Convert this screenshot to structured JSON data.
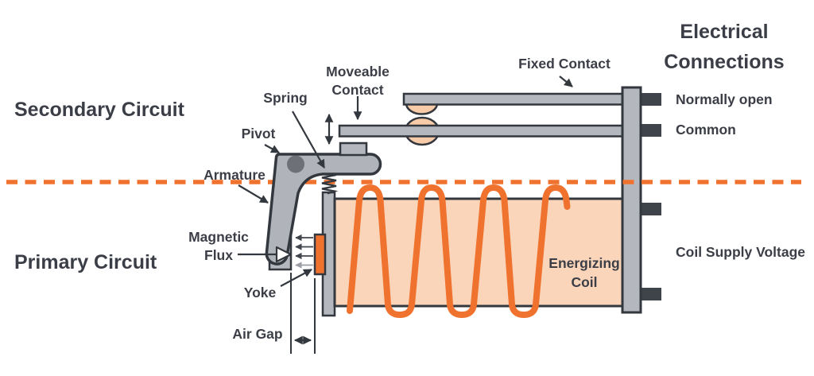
{
  "regions": {
    "secondary_circuit": "Secondary Circuit",
    "primary_circuit": "Primary Circuit"
  },
  "header": {
    "title_line1": "Electrical",
    "title_line2": "Connections"
  },
  "terminals": {
    "normally_open": "Normally open",
    "common": "Common",
    "coil_supply": "Coil Supply Voltage"
  },
  "callouts": {
    "moveable_contact_line1": "Moveable",
    "moveable_contact_line2": "Contact",
    "fixed_contact": "Fixed Contact",
    "spring": "Spring",
    "pivot": "Pivot",
    "armature": "Armature",
    "magnetic_flux_line1": "Magnetic",
    "magnetic_flux_line2": "Flux",
    "yoke": "Yoke",
    "air_gap": "Air Gap"
  },
  "coil": {
    "label_line1": "Energizing",
    "label_line2": "Coil"
  },
  "colors": {
    "accent_orange": "#F0722F",
    "coil_fill": "#FBD5BA",
    "contact_fill": "#F8CBA8",
    "metal_gray": "#B4B7BD",
    "pivot_gray": "#6D7076",
    "terminal_dark": "#3F434A",
    "outline": "#33373E",
    "text": "#3B3E46"
  }
}
